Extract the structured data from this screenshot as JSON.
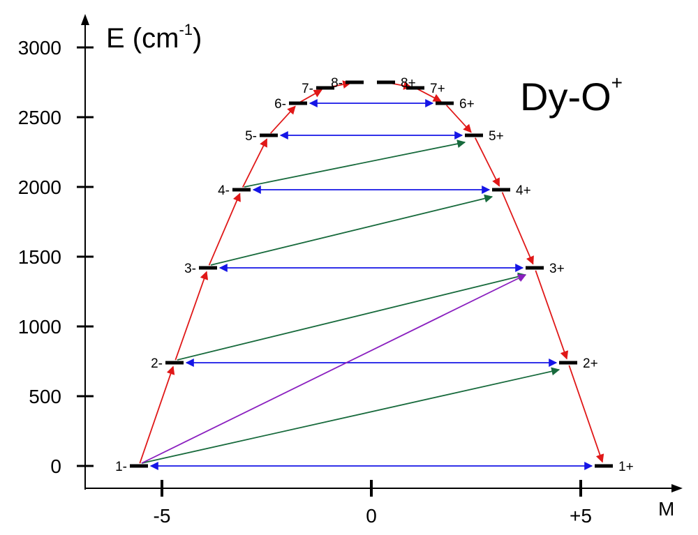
{
  "title": {
    "main": "Dy-O",
    "sup": "+"
  },
  "y_axis": {
    "label": "E (cm",
    "label_sup": "-1",
    "label_end": ")",
    "ticks": [
      0,
      500,
      1000,
      1500,
      2000,
      2500,
      3000
    ]
  },
  "x_axis": {
    "label": "M",
    "ticks": [
      {
        "value": -5,
        "label": "-5"
      },
      {
        "value": 0,
        "label": "0"
      },
      {
        "value": 5,
        "label": "+5"
      }
    ]
  },
  "colors": {
    "level": "#000000",
    "sequential": "#e01818",
    "tunneling": "#1515e6",
    "diagonal_green": "#176a3c",
    "diagonal_purple": "#8a1fbf"
  },
  "levels": [
    {
      "id": "1-",
      "label": "1-",
      "M": -5.55,
      "E": 0
    },
    {
      "id": "2-",
      "label": "2-",
      "M": -4.7,
      "E": 740
    },
    {
      "id": "3-",
      "label": "3-",
      "M": -3.9,
      "E": 1420
    },
    {
      "id": "4-",
      "label": "4-",
      "M": -3.1,
      "E": 1980
    },
    {
      "id": "5-",
      "label": "5-",
      "M": -2.45,
      "E": 2370
    },
    {
      "id": "6-",
      "label": "6-",
      "M": -1.75,
      "E": 2600
    },
    {
      "id": "7-",
      "label": "7-",
      "M": -1.1,
      "E": 2710
    },
    {
      "id": "8-",
      "label": "8-",
      "M": -0.4,
      "E": 2750
    },
    {
      "id": "8+",
      "label": "8+",
      "M": 0.35,
      "E": 2750
    },
    {
      "id": "7+",
      "label": "7+",
      "M": 1.05,
      "E": 2710
    },
    {
      "id": "6+",
      "label": "6+",
      "M": 1.75,
      "E": 2600
    },
    {
      "id": "5+",
      "label": "5+",
      "M": 2.45,
      "E": 2370
    },
    {
      "id": "4+",
      "label": "4+",
      "M": 3.1,
      "E": 1980
    },
    {
      "id": "3+",
      "label": "3+",
      "M": 3.9,
      "E": 1420
    },
    {
      "id": "2+",
      "label": "2+",
      "M": 4.7,
      "E": 740
    },
    {
      "id": "1+",
      "label": "1+",
      "M": 5.55,
      "E": 0
    }
  ],
  "transitions": {
    "sequential": [
      {
        "from": "1-",
        "to": "2-"
      },
      {
        "from": "2-",
        "to": "3-"
      },
      {
        "from": "3-",
        "to": "4-"
      },
      {
        "from": "4-",
        "to": "5-"
      },
      {
        "from": "5-",
        "to": "6-"
      },
      {
        "from": "6-",
        "to": "7-"
      },
      {
        "from": "7-",
        "to": "8-"
      },
      {
        "from": "8+",
        "to": "7+"
      },
      {
        "from": "7+",
        "to": "6+"
      },
      {
        "from": "6+",
        "to": "5+"
      },
      {
        "from": "5+",
        "to": "4+"
      },
      {
        "from": "4+",
        "to": "3+"
      },
      {
        "from": "3+",
        "to": "2+"
      },
      {
        "from": "2+",
        "to": "1+"
      }
    ],
    "tunneling": [
      {
        "a": "1-",
        "b": "1+"
      },
      {
        "a": "2-",
        "b": "2+"
      },
      {
        "a": "3-",
        "b": "3+"
      },
      {
        "a": "4-",
        "b": "4+"
      },
      {
        "a": "5-",
        "b": "5+"
      },
      {
        "a": "6-",
        "b": "6+"
      }
    ],
    "diagonal_green": [
      {
        "from": "1-",
        "to": "2+"
      },
      {
        "from": "2-",
        "to": "3+"
      },
      {
        "from": "3-",
        "to": "4+"
      },
      {
        "from": "4-",
        "to": "5+"
      }
    ],
    "diagonal_purple": [
      {
        "from": "1-",
        "to": "3+"
      }
    ]
  }
}
